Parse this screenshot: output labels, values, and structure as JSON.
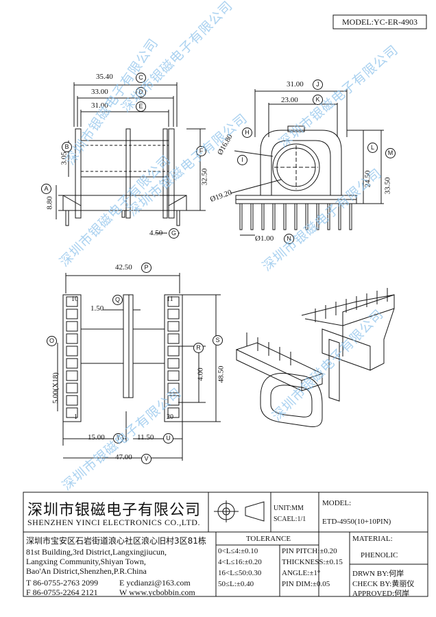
{
  "model_header": "MODEL:YC-ER-4903",
  "watermark": "深圳市银磁电子有限公司",
  "dims": {
    "d3540": "35.40",
    "d3300": "33.00",
    "d3100": "31.00",
    "d305": "3.05",
    "d880": "8.80",
    "d3250": "32.50",
    "d450": "4.50",
    "r3100": "31.00",
    "r2300": "23.00",
    "r1680": "Ø16.80",
    "r1920": "Ø19.20",
    "r2450": "24.50",
    "r3350": "33.50",
    "r100": "Ø1.00",
    "b4250": "42.50",
    "b150": "1.50",
    "b500": "5.00(X18)",
    "b400": "4.00",
    "b4850": "48.50",
    "b1500": "15.00",
    "b1150": "11.50",
    "b4700": "47.00",
    "pin10": "10",
    "pin11": "11",
    "pin1": "1",
    "pin20": "20"
  },
  "labels": {
    "A": "A",
    "B": "B",
    "C": "C",
    "D": "D",
    "E": "E",
    "F": "F",
    "G": "G",
    "H": "H",
    "I": "I",
    "J": "J",
    "K": "K",
    "L": "L",
    "M": "M",
    "N": "N",
    "O": "O",
    "P": "P",
    "Q": "Q",
    "R": "R",
    "S": "S",
    "T": "T",
    "U": "U",
    "V": "V"
  },
  "title_block": {
    "company_cn": "深圳市银磁电子有限公司",
    "company_en": "SHENZHEN YINCI ELECTRONICS CO.,LTD.",
    "unit": "UNIT:MM",
    "scale": "SCAEL:1/1",
    "model_label": "MODEL:",
    "model_value": "ETD-4950(10+10PIN)",
    "address_cn": "深圳市宝安区石岩街道浪心社区浪心旧村3区81栋",
    "address_en": [
      "81st Building,3rd District,Langxingjiucun,",
      "Langxing Community,Shiyan Town,",
      "Bao'An District,Shenzhen,P.R.China"
    ],
    "tel": "T 86-0755-2763 2099",
    "fax": "F 86-0755-2264 2121",
    "email": "E ycdianzi@163.com",
    "web": "W www.ycbobbin.com",
    "tolerance_title": "TOLERANCE",
    "tol_left": [
      "0<L≤4:±0.10",
      "4<L≤16:±0.20",
      "16<L≤50:0.30",
      "50≤L:±0.40"
    ],
    "tol_right": [
      "PIN PITCH:±0.20",
      "THICKNESS:±0.15",
      "ANGLE:±1°",
      "PIN DIM:±0.05"
    ],
    "material_label": "MATERIAL:",
    "material_value": "PHENOLIC",
    "drawn": "DRWN BY:何岸",
    "check": "CHECK BY:黄丽仪",
    "approved": "APPROVED:何岸"
  }
}
